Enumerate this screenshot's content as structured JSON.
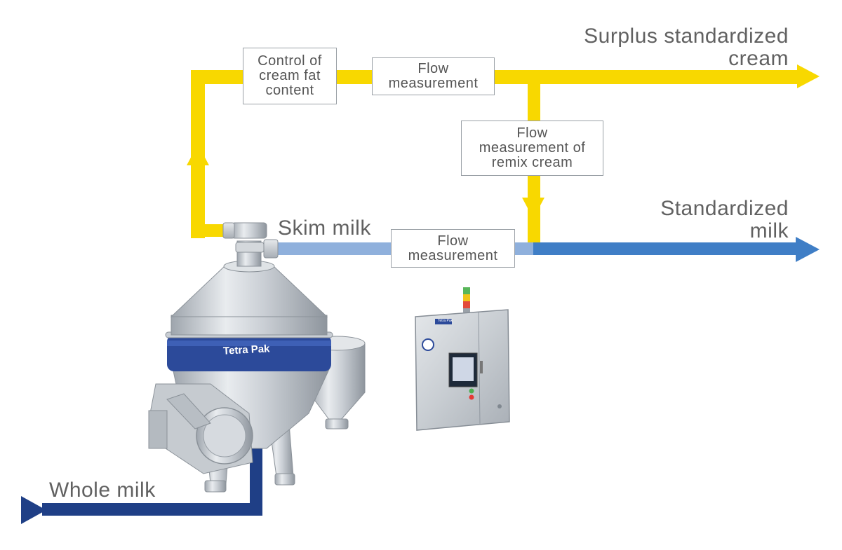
{
  "labels": {
    "surplus_line1": "Surplus standardized",
    "surplus_line2": "cream",
    "standardized_line1": "Standardized",
    "standardized_line2": "milk",
    "skim_milk": "Skim milk",
    "whole_milk": "Whole milk"
  },
  "boxes": {
    "control_cream_fat": [
      "Control of",
      "cream fat",
      "content"
    ],
    "flow_measurement_cream": [
      "Flow",
      "measurement"
    ],
    "flow_measurement_remix": [
      "Flow",
      "measurement of",
      "remix cream"
    ],
    "flow_measurement_skim": [
      "Flow",
      "measurement"
    ]
  },
  "brand": {
    "separator_logo": "Tetra Pak",
    "panel_logo": "Tetra Pak"
  },
  "colors": {
    "cream_line": "#f8d800",
    "skim_line": "#8fb0dc",
    "standardized_line": "#3f7ec6",
    "whole_milk_line": "#1f3f86",
    "separator_band": "#2c4a9a"
  }
}
